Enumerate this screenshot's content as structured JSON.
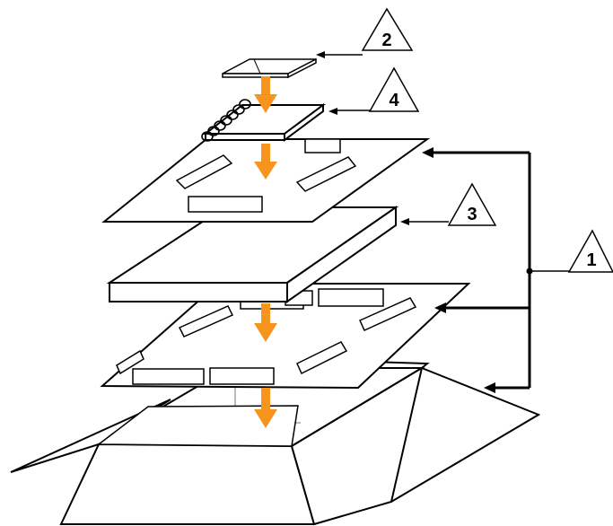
{
  "callouts": [
    {
      "id": "1",
      "label": "1"
    },
    {
      "id": "2",
      "label": "2"
    },
    {
      "id": "3",
      "label": "3"
    },
    {
      "id": "4",
      "label": "4"
    }
  ],
  "colors": {
    "arrow": "#f7941d",
    "line": "#000000",
    "fill": "#ffffff"
  }
}
